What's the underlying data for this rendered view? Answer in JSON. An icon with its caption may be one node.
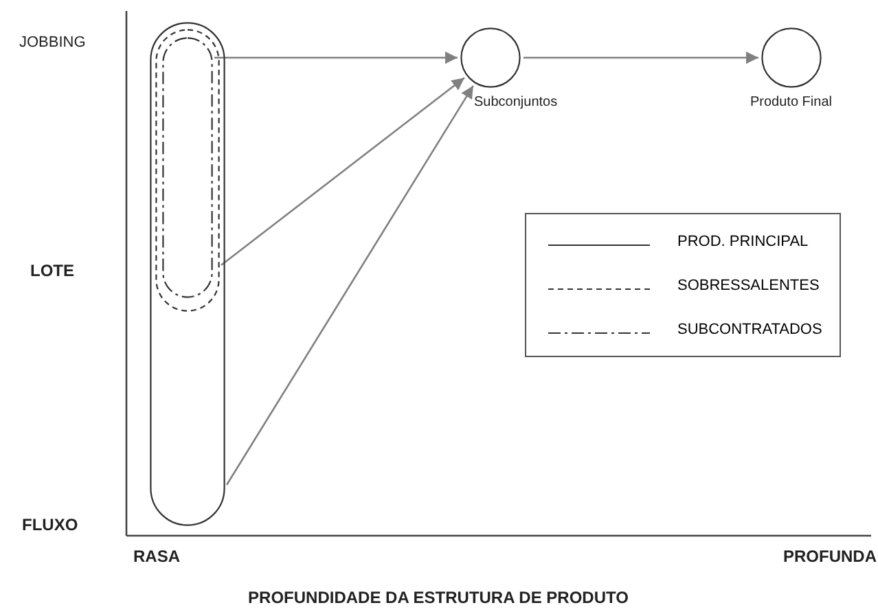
{
  "diagram": {
    "nodes": [
      {
        "text": [],
        "shape": "capsule"
      },
      {
        "text": [],
        "shape": "capsule",
        "in": 0
      },
      {
        "text": [],
        "shape": "capsule",
        "in": 1
      },
      {
        "text": [],
        "shape": "circle",
        "beside": [
          "Subconjuntos"
        ]
      },
      {
        "text": [],
        "shape": "circle",
        "beside": [
          "Produto Final"
        ]
      }
    ],
    "edges": [
      {
        "from": 2,
        "to": 3,
        "arrow": "to"
      },
      {
        "from": 1,
        "to": 3,
        "arrow": "to"
      },
      {
        "from": 0,
        "to": 3,
        "arrow": "to"
      },
      {
        "from": 3,
        "to": 4,
        "arrow": "to"
      }
    ],
    "labels": [
      "JOBBING",
      "LOTE",
      "FLUXO",
      "RASA",
      "PROFUNDA",
      "PROFUNDIDADE DA ESTRUTURA DE PRODUTO"
    ],
    "legend": [
      {
        "text": "PROD. PRINCIPAL"
      },
      {
        "text": "SOBRESSALENTES"
      },
      {
        "text": "SUBCONTRATADOS"
      }
    ]
  }
}
